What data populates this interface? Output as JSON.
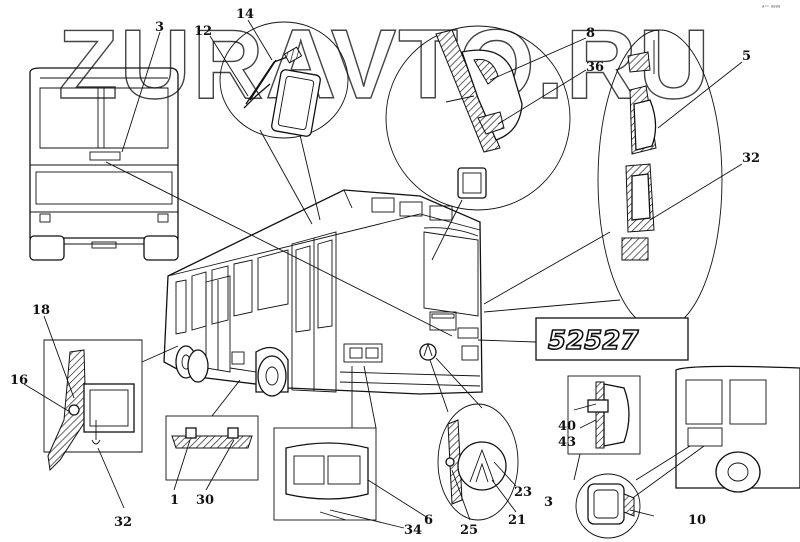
{
  "watermark": "ZURAVTO.RU",
  "corner_mark": "ª™ ºººº",
  "badge_text": "52527",
  "callouts": [
    {
      "id": "c3a",
      "text": "3"
    },
    {
      "id": "c12",
      "text": "12"
    },
    {
      "id": "c14",
      "text": "14"
    },
    {
      "id": "c8",
      "text": "8"
    },
    {
      "id": "c36",
      "text": "36"
    },
    {
      "id": "c5",
      "text": "5"
    },
    {
      "id": "c32a",
      "text": "32"
    },
    {
      "id": "c18",
      "text": "18"
    },
    {
      "id": "c16",
      "text": "16"
    },
    {
      "id": "c32b",
      "text": "32"
    },
    {
      "id": "c1",
      "text": "1"
    },
    {
      "id": "c30",
      "text": "30"
    },
    {
      "id": "c34",
      "text": "34"
    },
    {
      "id": "c6",
      "text": "6"
    },
    {
      "id": "c25",
      "text": "25"
    },
    {
      "id": "c21",
      "text": "21"
    },
    {
      "id": "c23",
      "text": "23"
    },
    {
      "id": "c40",
      "text": "40"
    },
    {
      "id": "c43",
      "text": "43"
    },
    {
      "id": "c3b",
      "text": "3"
    },
    {
      "id": "c10",
      "text": "10"
    }
  ]
}
